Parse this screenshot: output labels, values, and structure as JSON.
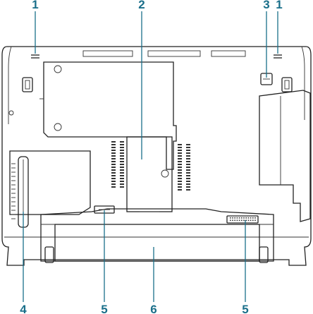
{
  "callouts": {
    "c1_left": "1",
    "c2": "2",
    "c3": "3",
    "c1_right": "1",
    "c4": "4",
    "c5_left": "5",
    "c6": "6",
    "c5_right": "5"
  },
  "colors": {
    "callout": "#1a6f8a",
    "outline": "#222222"
  }
}
